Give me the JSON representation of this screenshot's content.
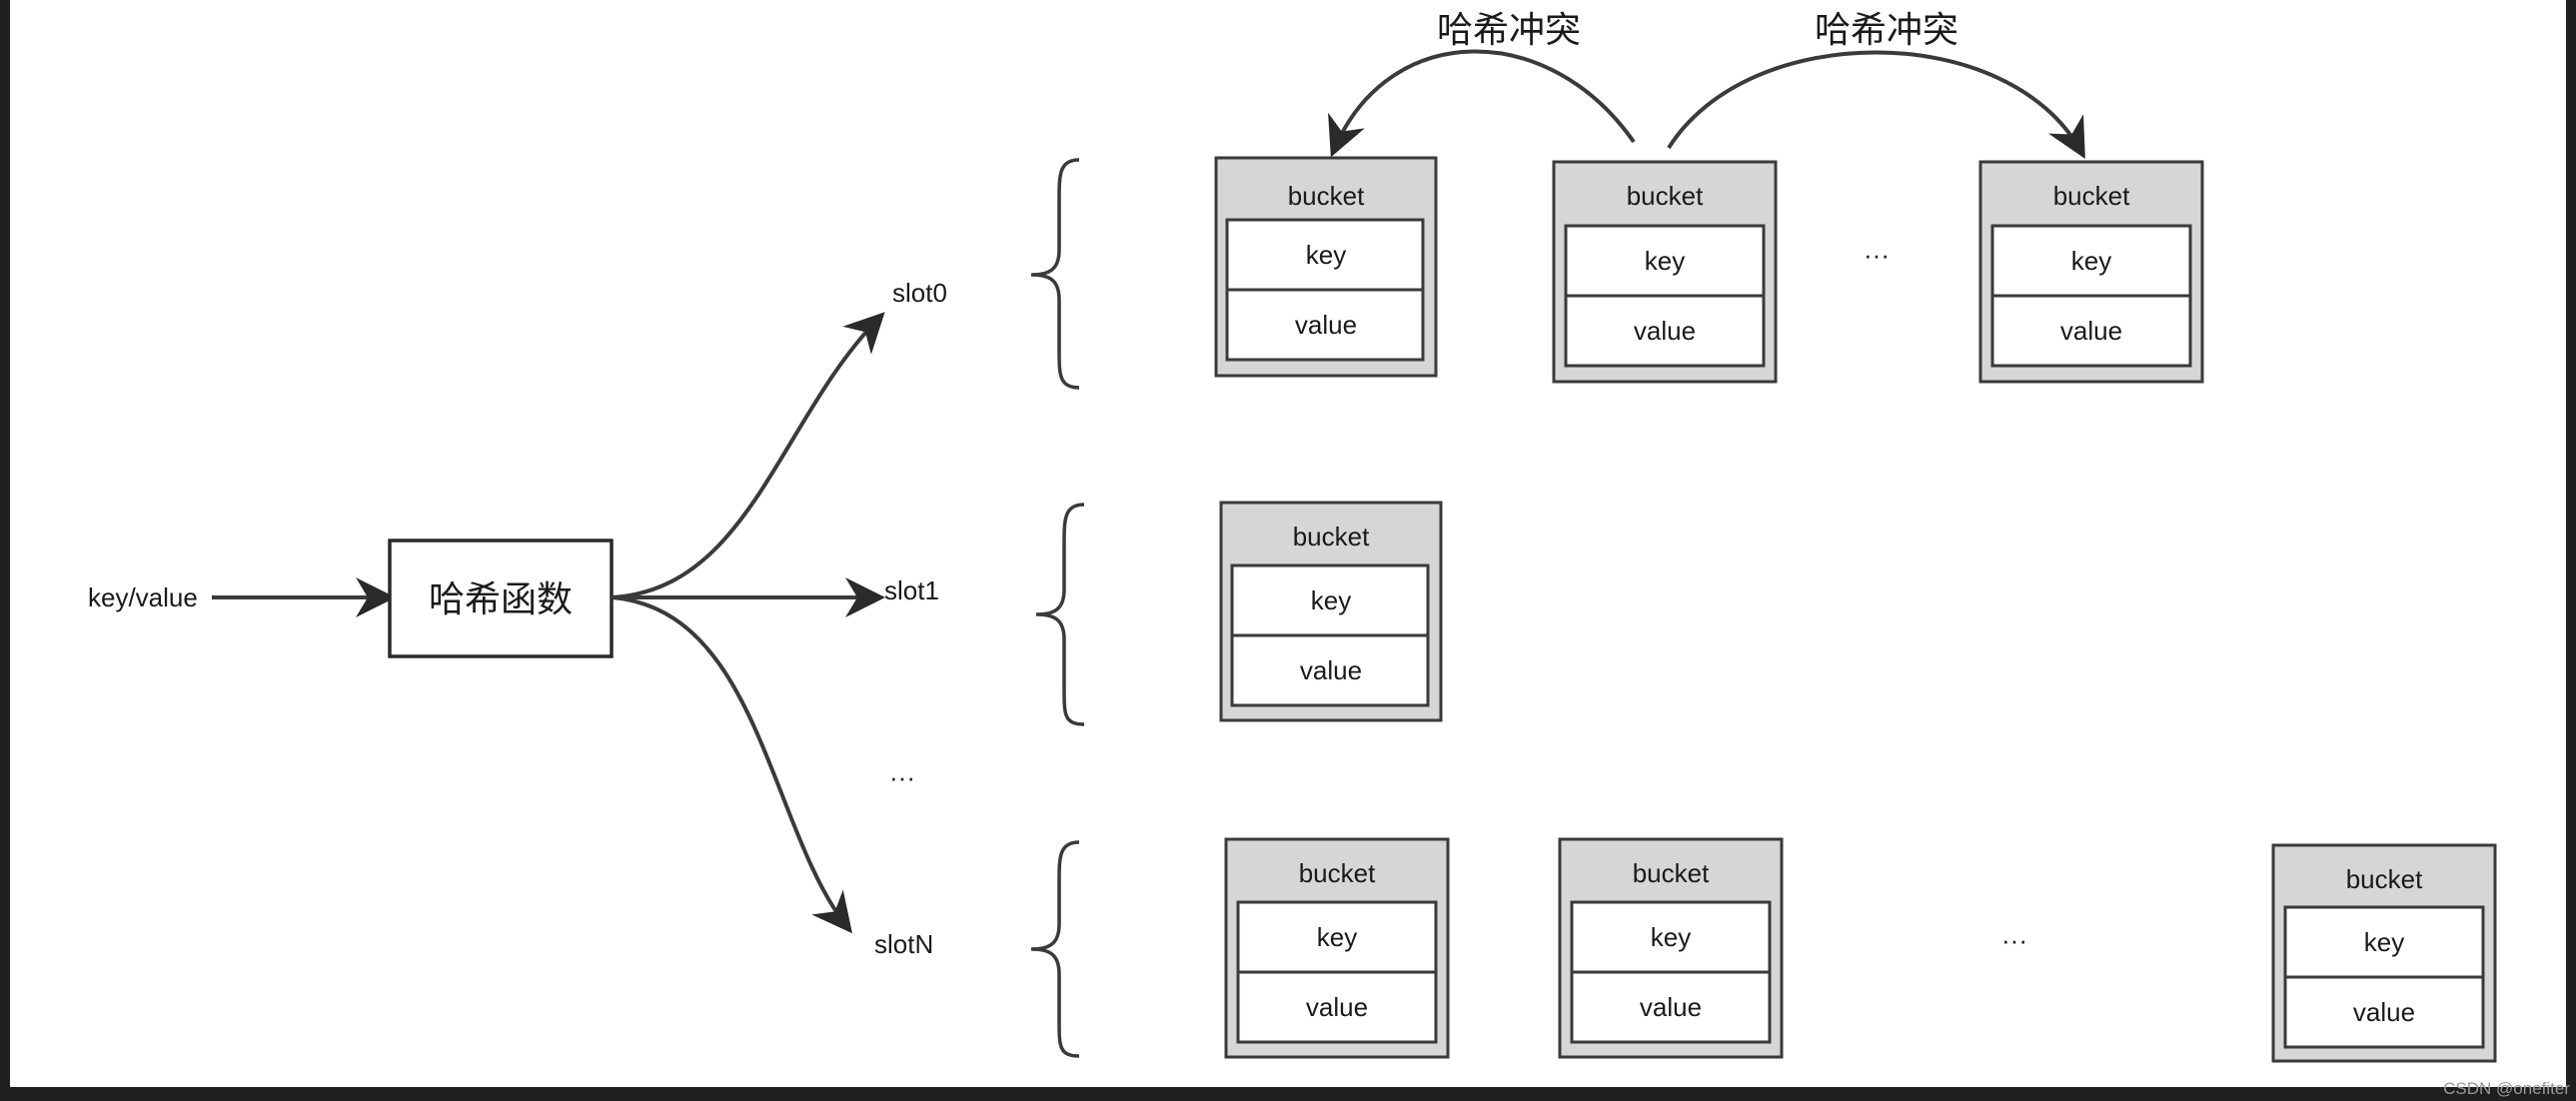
{
  "input_label": "key/value",
  "hash_function_label": "哈希函数",
  "collision_labels": [
    "哈希冲突",
    "哈希冲突"
  ],
  "slots": [
    {
      "label": "slot0",
      "buckets": [
        {
          "title": "bucket",
          "key": "key",
          "value": "value"
        },
        {
          "title": "bucket",
          "key": "key",
          "value": "value"
        },
        {
          "title": "bucket",
          "key": "key",
          "value": "value"
        }
      ],
      "ellipsis": "···"
    },
    {
      "label": "slot1",
      "buckets": [
        {
          "title": "bucket",
          "key": "key",
          "value": "value"
        }
      ]
    },
    {
      "label": "slotN",
      "buckets": [
        {
          "title": "bucket",
          "key": "key",
          "value": "value"
        },
        {
          "title": "bucket",
          "key": "key",
          "value": "value"
        },
        {
          "title": "bucket",
          "key": "key",
          "value": "value"
        }
      ],
      "ellipsis": "···"
    }
  ],
  "slot_ellipsis": "···",
  "watermark": "CSDN @onefiter"
}
